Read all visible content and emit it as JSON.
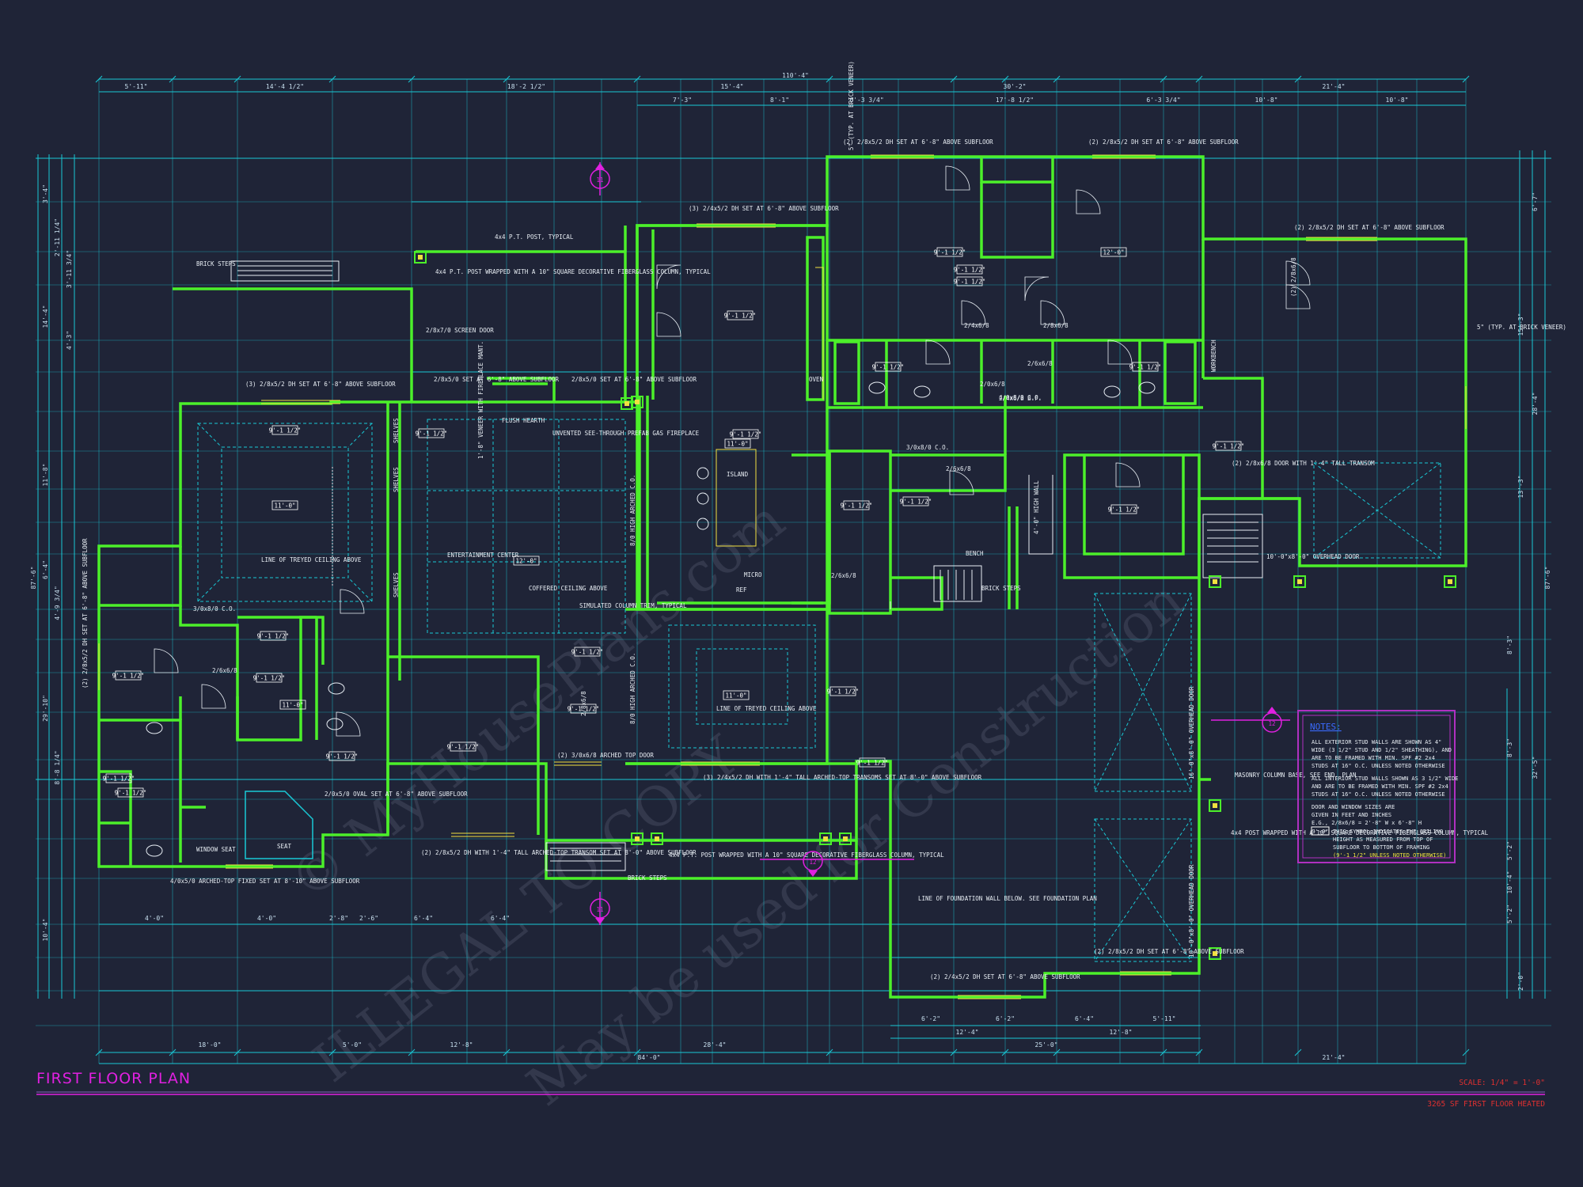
{
  "title": "FIRST FLOOR PLAN",
  "scale": "SCALE: 1/4\" = 1'-0\"",
  "area": "3265 SF FIRST FLOOR HEATED",
  "watermark": [
    "ILLEGAL TO COPY",
    "© MyHousePlans.com",
    "May be used for Construction"
  ],
  "colors": {
    "background": "#1f2437",
    "wall": "#4cf02a",
    "dimension": "#19c9d6",
    "title": "#e020e0",
    "scale": "#e03030",
    "note": "#f0e040"
  },
  "overall_dims": {
    "top": "110'-4\"",
    "bottom": "84'-0\""
  },
  "dims_top": [
    "5'-11\"",
    "14'-4 1/2\"",
    "18'-2 1/2\"",
    "15'-4\"",
    "30'-2\"",
    "21'-4\""
  ],
  "dims_top2": [
    "7'-3\"",
    "8'-1\"",
    "6'-3 3/4\"",
    "17'-8 1/2\"",
    "6'-3 3/4\"",
    "10'-8\"",
    "10'-8\""
  ],
  "dims_bottom": [
    "18'-0\"",
    "5'-0\"",
    "12'-8\"",
    "28'-4\"",
    "25'-0\"",
    "21'-4\""
  ],
  "dims_bottom2": [
    "4'-0\"",
    "4'-0\"",
    "2'-8\"",
    "2'-6\"",
    "6'-4\"",
    "6'-4\""
  ],
  "dims_right_bottom": [
    "6'-2\"",
    "6'-2\"",
    "6'-4\"",
    "5'-11\"",
    "12'-4\"",
    "12'-8\""
  ],
  "dims_left": [
    "3'-4\"",
    "2'-11 1/4\"",
    "3'-11 3/4\"",
    "14'-4\"",
    "4'-3\"",
    "11'-8\"",
    "6'-4\"",
    "4'-9 3/4\"",
    "29'-10\"",
    "8'-8 1/4\"",
    "10'-4\"",
    "87'-6\""
  ],
  "dims_right": [
    "6'-7\"",
    "15'-3\"",
    "28'-4\"",
    "13'-3\"",
    "87'-6\"",
    "8'-3\"",
    "8'-3\"",
    "32'-5\"",
    "5'-2\"",
    "10'-4\"",
    "5'-2\"",
    "2'-0\""
  ],
  "labels": [
    "BRICK STEPS",
    "4x4 P.T. POST, TYPICAL",
    "4x4 P.T. POST WRAPPED WITH A 10\" SQUARE DECORATIVE FIBERGLASS COLUMN, TYPICAL",
    "2/8x7/0 SCREEN DOOR",
    "(3) 2/8x5/2 DH SET AT 6'-8\" ABOVE SUBFLOOR",
    "(3) 2/4x5/2 DH SET AT 6'-8\" ABOVE SUBFLOOR",
    "(2) 2/8x5/2 DH SET AT 6'-8\" ABOVE SUBFLOOR",
    "(2) 2/8x5/2 DH SET AT 6'-8\" ABOVE SUBFLOOR",
    "(2) 2/8x5/2 DH SET AT 6'-8\" ABOVE SUBFLOOR",
    "5\" (TYP. AT BRICK VENEER)",
    "5\" (TYP. AT BRICK VENEER)",
    "2/8x5/0 SET AT 6'-8\" ABOVE SUBFLOOR",
    "2/8x5/0 SET AT 6'-8\" ABOVE SUBFLOOR",
    "FLUSH HEARTH",
    "UNVENTED SEE-THROUGH PREFAB GAS FIREPLACE",
    "1'-8\" VENEER WITH FIREPLACE MANT.",
    "SHELVES",
    "SHELVES",
    "SHELVES",
    "ENTERTAINMENT CENTER",
    "COFFERED CEILING ABOVE",
    "SIMULATED COLUMN TRIM, TYPICAL",
    "LINE OF TREYED CEILING ABOVE",
    "LINE OF TREYED CEILING ABOVE",
    "8/0 HIGH ARCHED C.O.",
    "8/0 HIGH ARCHED C.O.",
    "ISLAND",
    "MICRO",
    "REF",
    "OVEN",
    "BENCH",
    "BRICK STEPS",
    "BRICK STEPS",
    "(2) 2/8x6/8 DOOR WITH 1'-4\" TALL TRANSOM",
    "10'-0\"x8'-0\" OVERHEAD DOOR",
    "16'-0\"x8'-0\" OVERHEAD DOOR",
    "10'-0\"x8'-0\" OVERHEAD DOOR",
    "MASONRY COLUMN BASE, SEE FND. PLAN",
    "4x4 POST WRAPPED WITH A 10\" SQUARE DECORATIVE FIBERGLASS COLUMN, TYPICAL",
    "(2) 2/8x5/2 DH SET AT 6'-8\" ABOVE SUBFLOOR",
    "(2) 2/4x5/2 DH SET AT 6'-8\" ABOVE SUBFLOOR",
    "LINE OF FOUNDATION WALL BELOW. SEE FOUNDATION PLAN",
    "4x4 P.T. POST WRAPPED WITH A 10\" SQUARE DECORATIVE FIBERGLASS COLUMN, TYPICAL",
    "(3) 2/4x5/2 DH WITH 1'-4\" TALL ARCHED-TOP TRANSOMS SET AT 8'-0\" ABOVE SUBFLOOR",
    "(2) 3/0x6/8 ARCHED TOP DOOR",
    "(2) 2/8x5/2 DH WITH 1'-4\" TALL ARCHED-TOP TRANSOM SET AT 8'-0\" ABOVE SUBFLOOR",
    "4/0x5/0 ARCHED-TOP FIXED SET AT 8'-10\" ABOVE SUBFLOOR",
    "2/0x5/0 OVAL SET AT 6'-8\" ABOVE SUBFLOOR",
    "WINDOW SEAT",
    "SEAT",
    "(2) 2/8x5/2 DH SET AT 6'-8\" ABOVE SUBFLOOR",
    "LINE OF TREYED CEILING ABOVE",
    "3/0x8/0 C.O.",
    "3/0x8/0 C.O.",
    "4/0x8/0 C.O.",
    "WORKBENCH",
    "2/6x6/8",
    "2/4x6/8",
    "2/8x6/8",
    "2/0x6/8",
    "2/4x6/8 B.F.",
    "2/6x6/8",
    "(2) 2/8x6/8",
    "2/6x6/8",
    "2/6x6/8",
    "2/8x6/8",
    "4'-0\" HIGH WALL"
  ],
  "ceiling_tags": [
    "9'-1 1/2\"",
    "11'-0\"",
    "12'-0\"",
    "11'-0\"",
    "9'-1 1/2\"",
    "11'-0\"",
    "9'-1 1/2\"",
    "12'-0\"",
    "9'-1 1/2\"",
    "9'-1 1/2\"",
    "9'-1 1/2\"",
    "9'-1 1/2\"",
    "9'-1 1/2\"",
    "9'-1 1/2\"",
    "9'-1 1/2\"",
    "9'-1 1/2\"",
    "9'-1 1/2\"",
    "9'-1 1/2\"",
    "9'-1 1/2\"",
    "9'-1 1/2\"",
    "9'-1 1/2\"",
    "9'-1 1/2\"",
    "9'-1 1/2\"",
    "11'-0\"",
    "9'-1 1/2\"",
    "9'-1 1/2\"",
    "9'-1 1/2\"",
    "9'-1 1/2\"",
    "9'-1 1/2\"",
    "9'-1 1/2\""
  ],
  "notes": {
    "heading": "NOTES:",
    "lines": [
      "ALL EXTERIOR STUD WALLS ARE SHOWN AS 4\"",
      "WIDE (3 1/2\" STUD AND 1/2\" SHEATHING), AND",
      "ARE TO BE FRAMED WITH MIN. SPF #2 2x4",
      "STUDS AT 16\" O.C. UNLESS NOTED OTHERWISE",
      "ALL INTERIOR STUD WALLS SHOWN AS 3 1/2\" WIDE",
      "AND ARE TO BE FRAMED WITH MIN. SPF #2 2x4",
      "STUDS AT 16\" O.C. UNLESS NOTED OTHERWISE",
      "DOOR AND WINDOW SIZES ARE",
      "GIVEN IN FEET AND INCHES",
      "E.G., 2/8x6/8 = 2'-8\" W x 6'-8\" H"
    ],
    "symbol_tag": "9'-0\"",
    "symbol_lines": [
      "THIS SYMBOL INDICATES THE CEILING",
      "HEIGHT AS MEASURED FROM TOP OF",
      "SUBFLOOR TO BOTTOM OF FRAMING"
    ],
    "default_height": "(9'-1 1/2\" UNLESS NOTED OTHERWISE)"
  },
  "section_marks": [
    "11",
    "11",
    "12",
    "12"
  ]
}
